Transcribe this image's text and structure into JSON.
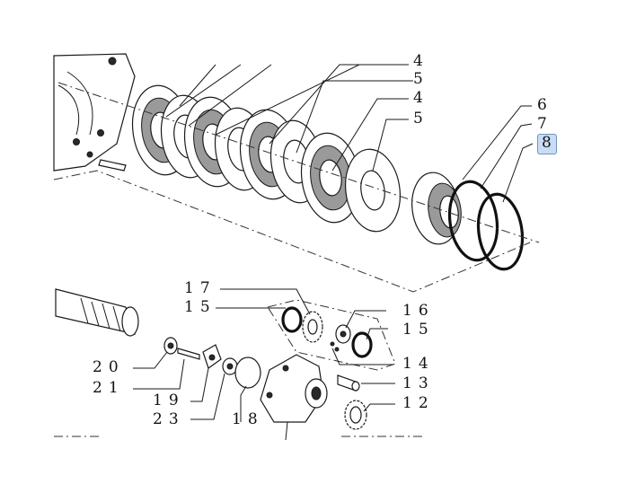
{
  "diagram": {
    "callouts": [
      {
        "id": "c4a",
        "text": "4"
      },
      {
        "id": "c5a",
        "text": "5"
      },
      {
        "id": "c4b",
        "text": "4"
      },
      {
        "id": "c5b",
        "text": "5"
      },
      {
        "id": "c6",
        "text": "6"
      },
      {
        "id": "c7",
        "text": "7"
      },
      {
        "id": "c8",
        "text": "8",
        "highlighted": true
      },
      {
        "id": "c17",
        "text": "17"
      },
      {
        "id": "c15a",
        "text": "15"
      },
      {
        "id": "c16",
        "text": "16"
      },
      {
        "id": "c15b",
        "text": "15"
      },
      {
        "id": "c14",
        "text": "14"
      },
      {
        "id": "c13",
        "text": "13"
      },
      {
        "id": "c12",
        "text": "12"
      },
      {
        "id": "c20",
        "text": "20"
      },
      {
        "id": "c21",
        "text": "21"
      },
      {
        "id": "c19",
        "text": "19"
      },
      {
        "id": "c23",
        "text": "23"
      },
      {
        "id": "c18",
        "text": "18"
      }
    ],
    "highlight_color": "#c8dcf5"
  }
}
